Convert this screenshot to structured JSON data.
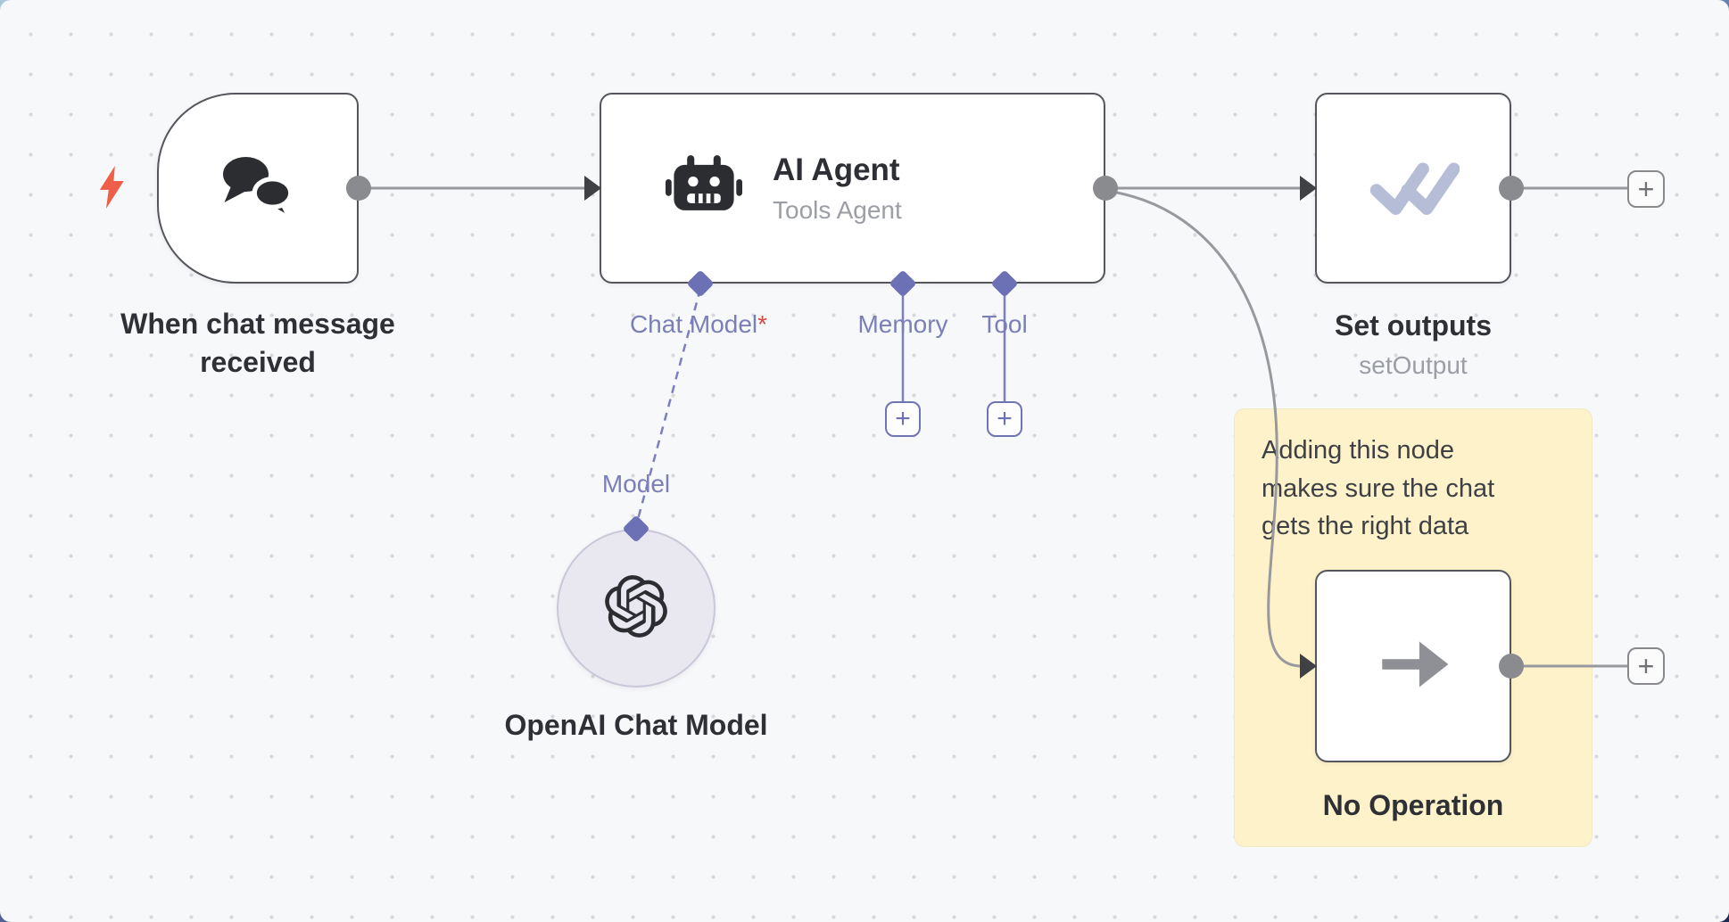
{
  "nodes": {
    "chat_trigger": {
      "label": "When chat message received"
    },
    "ai_agent": {
      "title": "AI Agent",
      "subtitle": "Tools Agent",
      "ports": {
        "chat_model": "Chat Model",
        "required": "*",
        "memory": "Memory",
        "tool": "Tool"
      }
    },
    "openai_model": {
      "port": "Model",
      "label": "OpenAI Chat Model"
    },
    "set_outputs": {
      "label": "Set outputs",
      "subtitle": "setOutput"
    },
    "no_operation": {
      "label": "No Operation"
    },
    "sticky": {
      "text": "Adding this node makes sure the chat gets the right data"
    }
  },
  "ui": {
    "plus": "+"
  },
  "colors": {
    "accent_purple": "#6c70b4",
    "wire_gray": "#97999e",
    "bolt_orange": "#ee5f49",
    "sticky_yellow": "#fdf2c9",
    "required_red": "#cf4a3f",
    "check_icon": "#b6bed7",
    "canvas_bg": "#f7f8fa"
  }
}
